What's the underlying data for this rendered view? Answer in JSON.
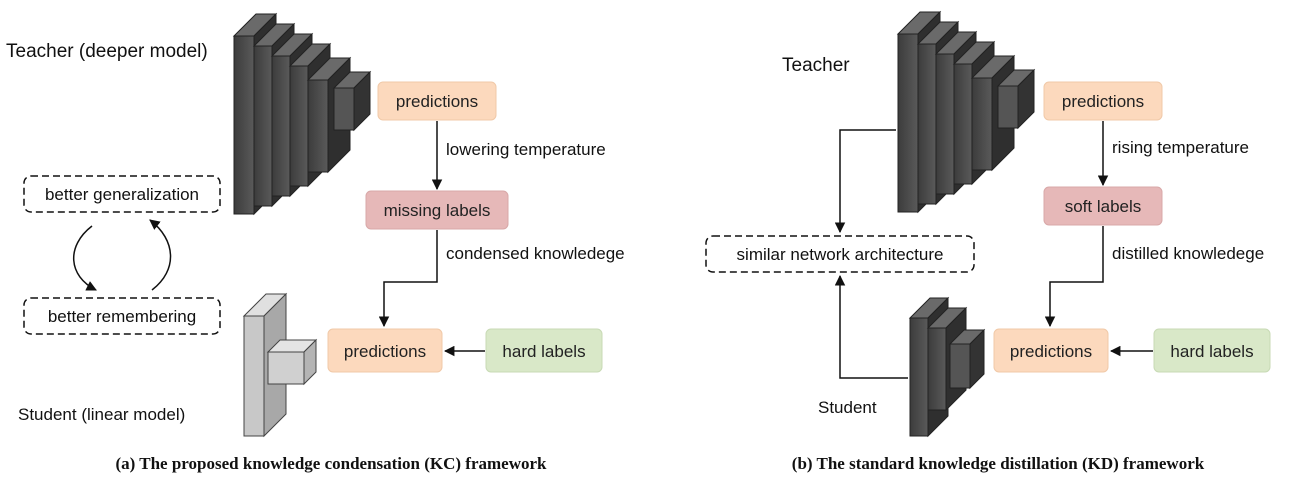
{
  "left": {
    "teacher_label": "Teacher (deeper model)",
    "student_label": "Student (linear model)",
    "teacher_predictions": "predictions",
    "step1_label": "lowering temperature",
    "middle_box": "missing labels",
    "step2_label": "condensed knowledege",
    "student_predictions": "predictions",
    "hard_labels": "hard labels",
    "loop_top": "better generalization",
    "loop_bottom": "better remembering",
    "caption": "(a) The proposed knowledge condensation (KC) framework"
  },
  "right": {
    "teacher_label": "Teacher",
    "student_label": "Student",
    "teacher_predictions": "predictions",
    "step1_label": "rising temperature",
    "middle_box": "soft labels",
    "step2_label": "distilled knowledege",
    "student_predictions": "predictions",
    "hard_labels": "hard labels",
    "shared_box": "similar network architecture",
    "caption": "(b) The standard knowledge distillation (KD) framework"
  },
  "colors": {
    "predictions": "#fcd9bd",
    "middle_box": "#e6b8b8",
    "hard_labels": "#d9e8c8",
    "dark_layer": "#4a4a4a",
    "light_layer": "#c8c8c8"
  }
}
